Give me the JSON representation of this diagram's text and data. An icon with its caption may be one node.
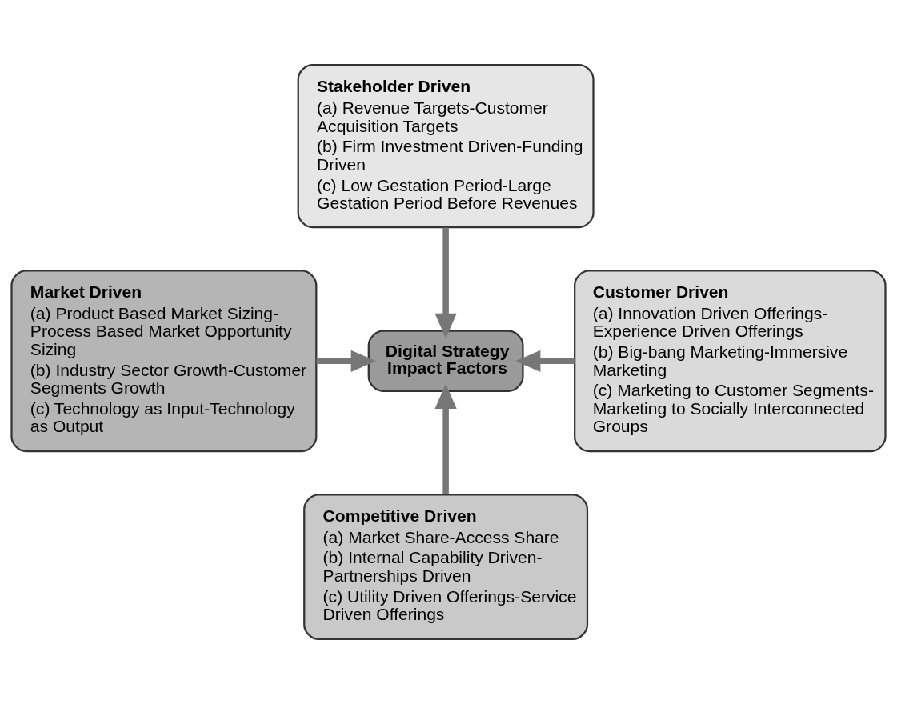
{
  "diagram": {
    "nodes": [
      {
        "text": [
          "Stakeholder Driven",
          "(a) Revenue Targets-Customer Acquisition Targets",
          "(b) Firm Investment Driven-Funding Driven",
          "(c) Low Gestation Period-Large Gestation Period Before Revenues"
        ]
      },
      {
        "text": [
          "Market Driven",
          "(a) Product Based Market Sizing-Process Based Market Opportunity Sizing",
          "(b) Industry Sector Growth-Customer Segments Growth",
          "(c) Technology as Input-Technology as Output"
        ]
      },
      {
        "text": [
          "Digital Strategy Impact Factors"
        ]
      },
      {
        "text": [
          "Customer Driven",
          "(a) Innovation Driven Offerings-Experience Driven Offerings",
          "(b) Big-bang Marketing-Immersive Marketing",
          "(c) Marketing to Customer Segments-Marketing to Socially Interconnected Groups"
        ]
      },
      {
        "text": [
          "Competitive Driven",
          "(a) Market Share-Access Share",
          "(b) Internal Capability Driven-Partnerships Driven",
          "(c) Utility Driven Offerings-Service Driven Offerings"
        ]
      }
    ],
    "edges": [
      {
        "from": 0,
        "to": 2,
        "arrow": "to"
      },
      {
        "from": 1,
        "to": 2,
        "arrow": "to"
      },
      {
        "from": 3,
        "to": 2,
        "arrow": "to"
      },
      {
        "from": 4,
        "to": 2,
        "arrow": "to"
      }
    ]
  }
}
